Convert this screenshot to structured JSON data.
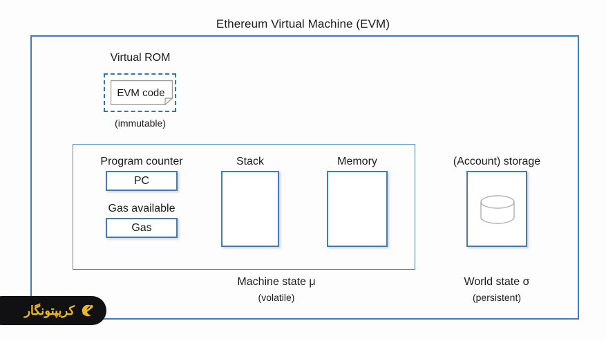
{
  "diagram": {
    "title": "Ethereum Virtual Machine (EVM)",
    "rom": {
      "label": "Virtual ROM",
      "code_label": "EVM code",
      "sublabel": "(immutable)"
    },
    "machine_state": {
      "program_counter_label": "Program counter",
      "program_counter_value": "PC",
      "gas_label": "Gas available",
      "gas_value": "Gas",
      "stack_label": "Stack",
      "memory_label": "Memory",
      "caption": "Machine state  μ",
      "caption_sub": "(volatile)"
    },
    "world_state": {
      "storage_label": "(Account) storage",
      "caption": "World state  σ",
      "caption_sub": "(persistent)"
    },
    "colors": {
      "frame_blue": "#3d7cbf",
      "panel_blue": "#4a86c5",
      "dashed_blue": "#2e75b6",
      "cylinder_gray": "#b0b0b0",
      "watermark_bg": "#111013",
      "watermark_gold": "#f0b820"
    }
  },
  "watermark": {
    "text": "کریپتونگار"
  }
}
